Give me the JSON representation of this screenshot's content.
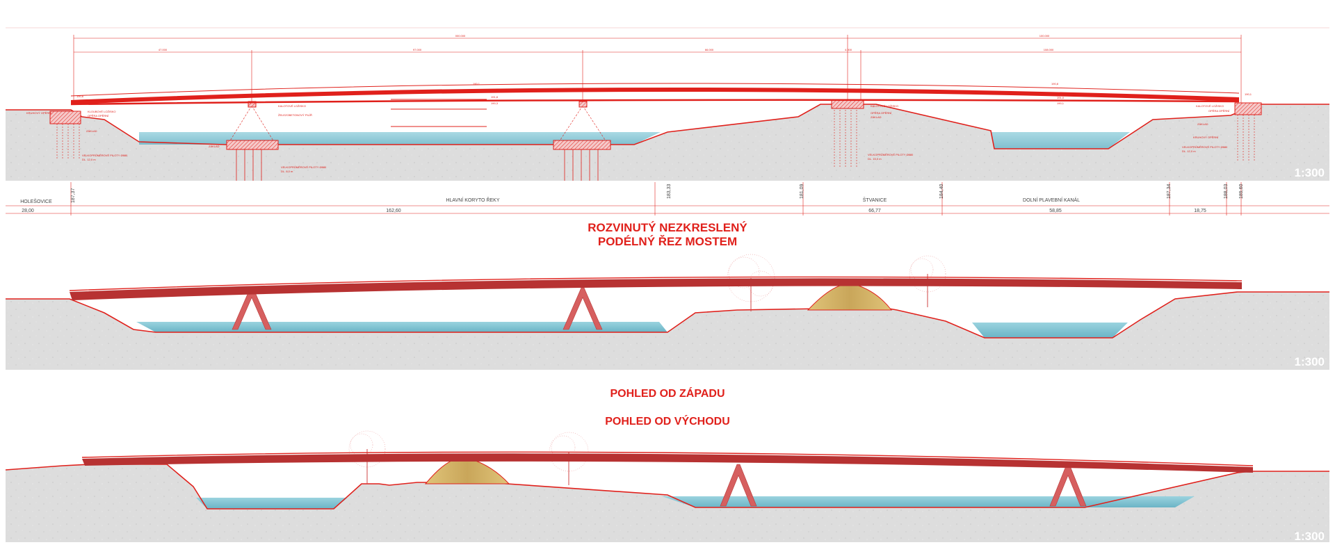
{
  "titles": {
    "section_line1": "ROZVINUTÝ NEZKRESLENÝ",
    "section_line2": "PODÉLNÝ ŘEZ MOSTEM",
    "view_west": "POHLED OD ZÁPADU",
    "view_east": "POHLED OD VÝCHODU"
  },
  "scale_labels": {
    "section": "1:300",
    "west": "1:300",
    "east": "1:300"
  },
  "profile_strip": {
    "areas": [
      "HOLEŠOVICE",
      "HLAVNÍ KORYTO ŘEKY",
      "ŠTVANICE",
      "DOLNÍ PLAVEBNÍ KANÁL"
    ],
    "elevations": [
      "187,37",
      "183,33",
      "181,09",
      "184,40",
      "187,34",
      "188,03",
      "189,60"
    ],
    "distances": [
      "28,00",
      "162,60",
      "66,77",
      "58,85",
      "18,75"
    ]
  },
  "section_dims": {
    "overall": [
      "000.000",
      "100.000"
    ],
    "spans": [
      "47.000",
      "97.000",
      "66.000",
      "4.000",
      "108.000"
    ],
    "levels": [
      "190,6",
      "190,1",
      "191,8",
      "190,3",
      "190,8",
      "191,0",
      "190,1",
      "190,1"
    ]
  },
  "section_notes": {
    "left_abutment": [
      "KRUHOVÝ OPĚRNÍ",
      "KLOUBOVÉ LOŽISKO",
      "OPĚRA OPĚRNÍ",
      "ZÁKLAD",
      "VELKOPRŮMĚROVÉ PILOTY Ø880",
      "DL. 12,0 m"
    ],
    "pier_1": [
      "KALOTOVÉ LOŽISKO",
      "ŽELEZOBETONOVÝ PILÍŘ",
      "ZÁKLAD",
      "VELKOPRŮMĚROVÉ PILOTY Ø880",
      "DL. 8,0 m"
    ],
    "middle_pier": [
      "KALOTOVÉ LOŽISKO",
      "OPĚRA OPĚRNÍ",
      "ZÁKLAD",
      "VELKOPRŮMĚROVÉ PILOTY Ø880",
      "DL. 15,0 m"
    ],
    "right_abutment": [
      "KALOTOVÉ LOŽISKO",
      "OPĚRA OPĚRNÍ",
      "ZÁKLAD",
      "KRUHOVÝ OPĚRNÍ",
      "VELKOPRŮMĚROVÉ PILOTY Ø880",
      "DL. 12,0 m"
    ]
  },
  "colors": {
    "accent_red": "#e0201b",
    "deck_red": "#c03a3a",
    "water": "#7fc4d4",
    "ground": "#dedede",
    "island": "#d4b46a"
  }
}
